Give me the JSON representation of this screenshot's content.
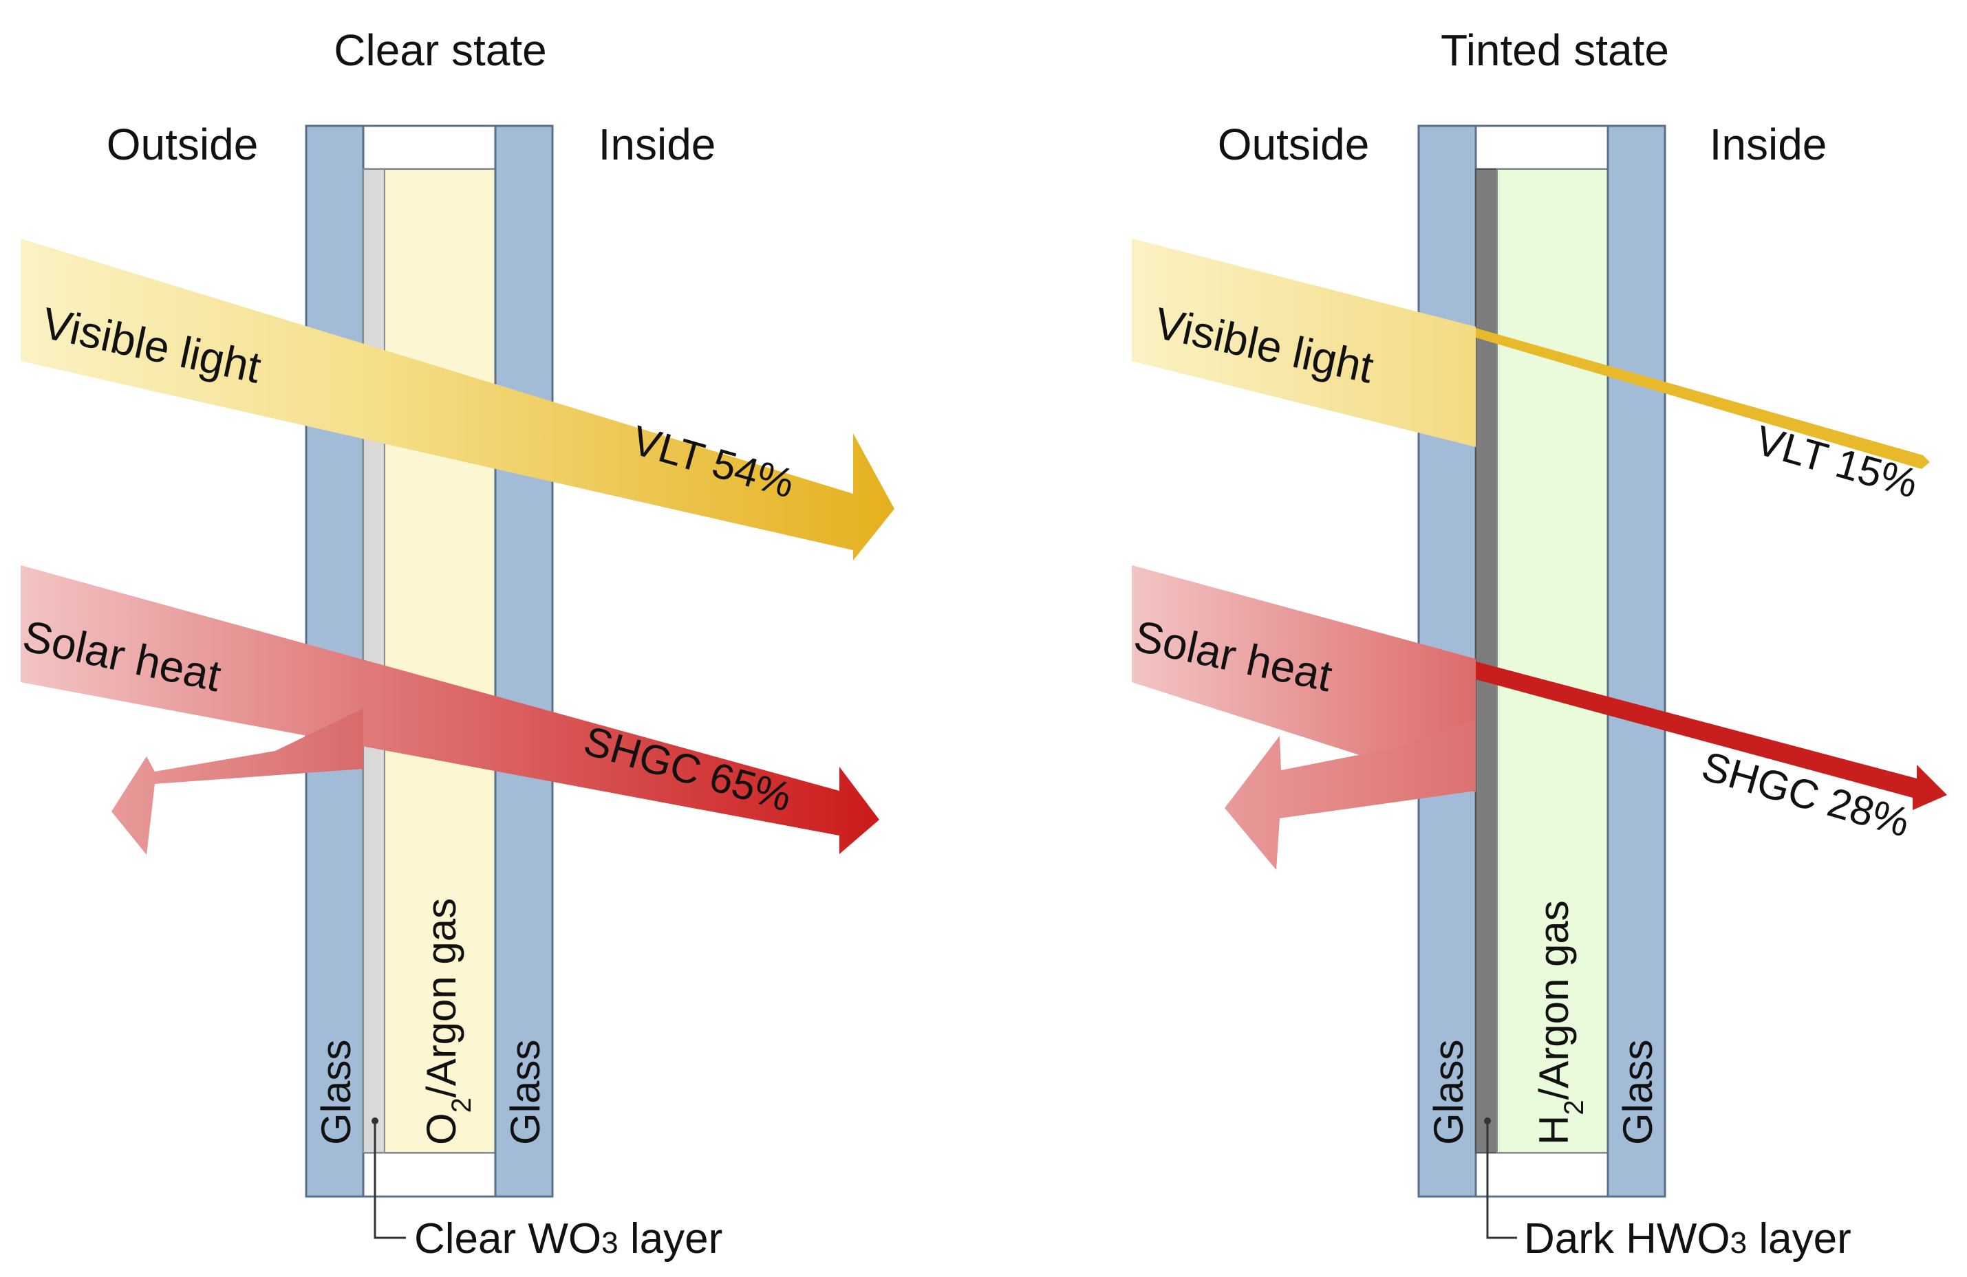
{
  "panels": [
    {
      "title": "Clear state",
      "outside": "Outside",
      "inside": "Inside",
      "visible_label": "Visible light",
      "solar_label": "Solar heat",
      "vlt_label": "VLT 54%",
      "shgc_label": "SHGC 65%",
      "vlt": 54,
      "shgc": 65,
      "glass_outer_label": "Glass",
      "glass_inner_label": "Glass",
      "gas_label_prefix": "O",
      "gas_label_sub": "2",
      "gas_label_suffix": "/Argon gas",
      "layer_label_prefix": "Clear WO",
      "layer_label_sub": "3",
      "layer_label_suffix": " layer"
    },
    {
      "title": "Tinted state",
      "outside": "Outside",
      "inside": "Inside",
      "visible_label": "Visible light",
      "solar_label": "Solar heat",
      "vlt_label": "VLT 15%",
      "shgc_label": "SHGC 28%",
      "vlt": 15,
      "shgc": 28,
      "glass_outer_label": "Glass",
      "glass_inner_label": "Glass",
      "gas_label_prefix": "H",
      "gas_label_sub": "2",
      "gas_label_suffix": "/Argon gas",
      "layer_label_prefix": "Dark HWO",
      "layer_label_sub": "3",
      "layer_label_suffix": " layer"
    }
  ],
  "colors": {
    "glass": "#a2bcd8",
    "glass_edge": "#5b6f88",
    "clear_gas": "#fdf6d2",
    "tinted_gas": "#eafbdc",
    "clear_wo3": "#d9d9d9",
    "dark_hwo3": "#7d7d7d",
    "light_beam": "#e8b92a",
    "heat_beam": "#d22828"
  }
}
